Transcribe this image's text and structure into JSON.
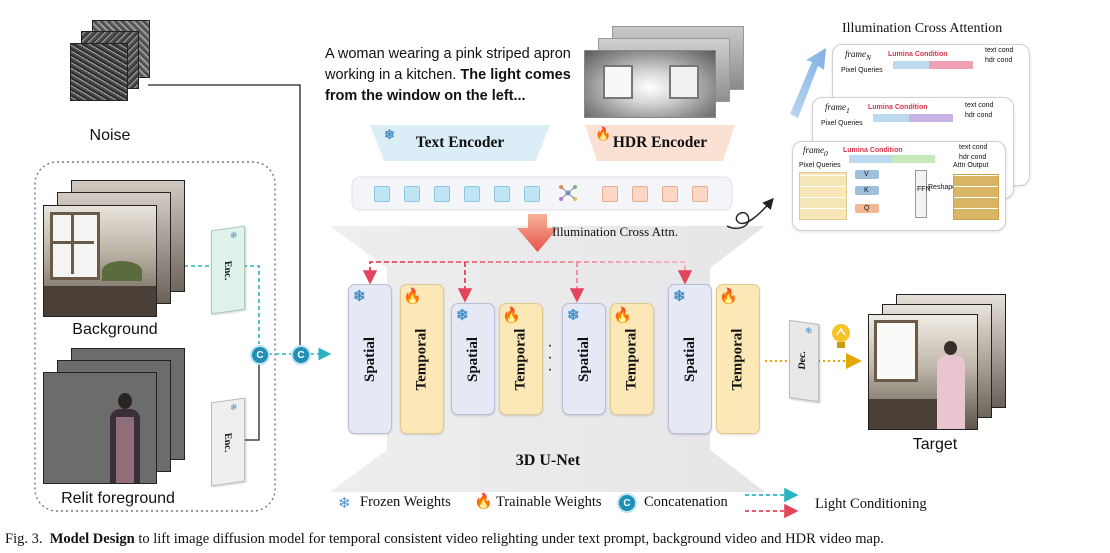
{
  "inputs": {
    "noise_label": "Noise",
    "background_label": "Background",
    "foreground_label": "Relit foreground",
    "target_label": "Target"
  },
  "prompt": {
    "normal": "A woman wearing a pink striped apron working in a kitchen.",
    "bold": "The light comes from the window on the left..."
  },
  "encoders": {
    "text": "Text Encoder",
    "hdr": "HDR Encoder",
    "enc_bg": "Enc.",
    "enc_fg": "Enc.",
    "dec": "Dec.",
    "concat_glyph": "C"
  },
  "unet": {
    "title": "3D U-Net",
    "cross_attn_label": "Illumination Cross Attn.",
    "blocks": [
      "Spatial",
      "Temporal",
      "Spatial",
      "Temporal",
      "Spatial",
      "Temporal",
      "Spatial",
      "Temporal"
    ],
    "ellipsis": "· · ·"
  },
  "attention_panel": {
    "title": "Illumination Cross Attention",
    "frames": [
      "frame",
      "frame",
      "frame"
    ],
    "frame_subscripts": [
      "N",
      "1",
      "0"
    ],
    "lumina_label": "Lumina Condition",
    "pixel_queries": "Pixel Queries",
    "text_cond": "text cond",
    "hdr_cond": "hdr cond",
    "attn_output": "Attn Output",
    "ffn": "FFN",
    "reshape": "Reshape",
    "q": "Q",
    "k": "K",
    "v": "V"
  },
  "legend": {
    "frozen": "Frozen Weights",
    "trainable": "Trainable Weights",
    "concat": "Concatenation",
    "light": "Light Conditioning"
  },
  "caption": {
    "prefix": "Fig. 3.",
    "bold": "Model Design",
    "rest": "to lift image diffusion model for temporal consistent video relighting under text prompt, background video and HDR video map."
  },
  "colors": {
    "cyan_arrow": "#2bb3c0",
    "red_arrow": "#e2445c",
    "spatial": "#e5e8f5",
    "temporal": "#fbe8b6",
    "concat": "#1f8fb8"
  }
}
